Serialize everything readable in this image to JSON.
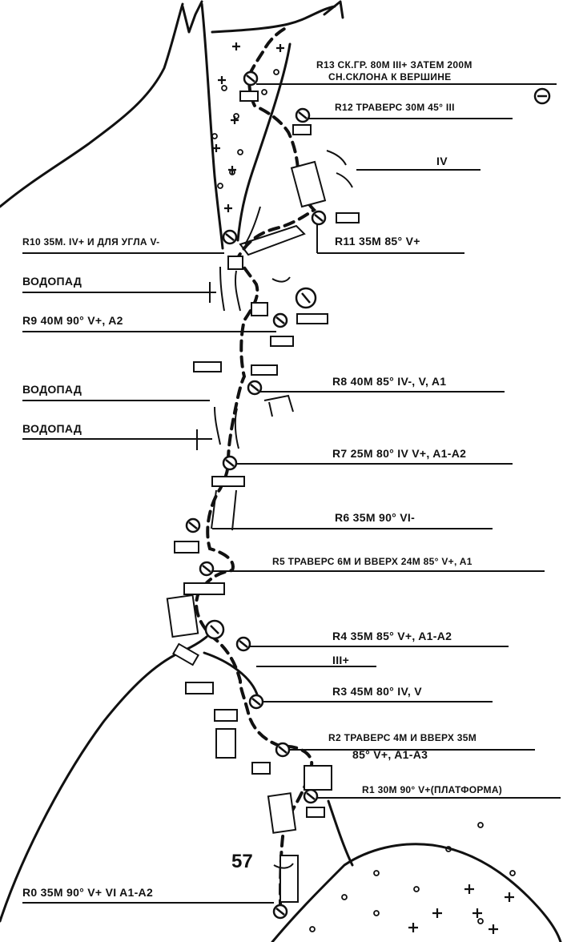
{
  "topo": {
    "labels": {
      "r13a": "R13 СК.ГР. 80М III+ ЗАТЕМ 200М",
      "r13b": "СН.СКЛОНА К ВЕРШИНЕ",
      "r12": "R12 ТРАВЕРС 30М 45° III",
      "iv": "IV",
      "r11": "R11 35М 85° V+",
      "r10": "R10 35M. IV+ И ДЛЯ УГЛА V-",
      "waterfall1": "ВОДОПАД",
      "r9": "R9 40М 90° V+, A2",
      "r8": "R8 40М 85° IV-, V, A1",
      "waterfall2": "ВОДОПАД",
      "waterfall3": "ВОДОПАД",
      "r7": "R7 25М 80° IV V+, A1-A2",
      "r6": "R6 35М 90° VI-",
      "r5": "R5 ТРАВЕРС 6М И ВВЕРХ 24М 85° V+, A1",
      "r4": "R4 35М 85° V+, A1-A2",
      "iiiplus": "III+",
      "r3": "R3 45М 80° IV, V",
      "r2a": "R2 ТРАВЕРС 4М И ВВЕРХ 35М",
      "r2b": "85°  V+, A1-A3",
      "r1": "R1 30М 90° V+(ПЛАТФОРМА)",
      "r0": "R0 35М 90° V+ VI A1-A2"
    },
    "page_number": "57"
  }
}
